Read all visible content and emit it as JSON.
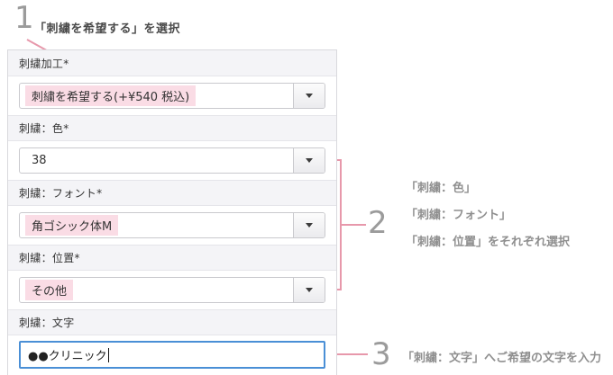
{
  "annotations": {
    "step1": {
      "number": "1",
      "text": "「刺繍を希望する」を選択"
    },
    "step2": {
      "number": "2",
      "lines": [
        "「刺繍：色」",
        "「刺繍：フォント」",
        "「刺繍：位置」をそれぞれ選択"
      ]
    },
    "step3": {
      "number": "3",
      "text": "「刺繍：文字」へご希望の文字を入力"
    }
  },
  "form": {
    "fields": [
      {
        "label": "刺繍加工*",
        "value": "刺繍を希望する(+¥540 税込)",
        "type": "select",
        "highlighted": true
      },
      {
        "label": "刺繍：色*",
        "value": "38",
        "type": "select",
        "highlighted": false
      },
      {
        "label": "刺繍：フォント*",
        "value": "角ゴシック体M",
        "type": "select",
        "highlighted": true
      },
      {
        "label": "刺繍：位置*",
        "value": "その他",
        "type": "select",
        "highlighted": true
      },
      {
        "label": "刺繍：文字",
        "value": "●●クリニック",
        "type": "text"
      }
    ]
  },
  "colors": {
    "accent_pink": "#e798ab",
    "highlight_pink": "#fadce5",
    "number_gray": "#9b9b9b",
    "focus_blue": "#4a8fd6"
  }
}
